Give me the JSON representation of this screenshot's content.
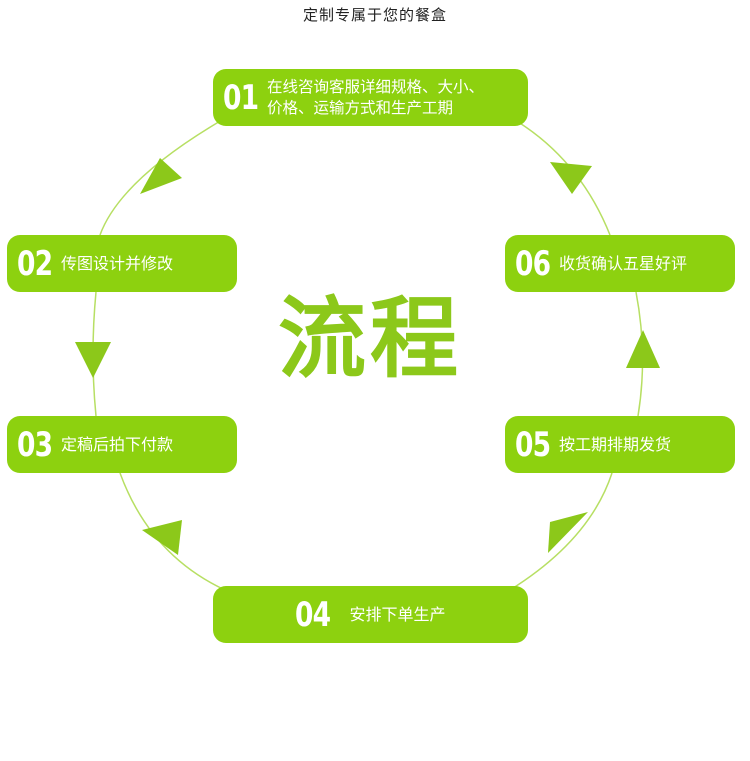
{
  "header": {
    "title": "定制专属于您的餐盒"
  },
  "center_word": "流程",
  "colors": {
    "accent": "#8dd10f",
    "arrow": "#8cc81a",
    "line": "#b7df63"
  },
  "steps": [
    {
      "num": "01",
      "text_line1": "在线咨询客服详细规格、大小、",
      "text_line2": "价格、运输方式和生产工期"
    },
    {
      "num": "02",
      "text": "传图设计并修改"
    },
    {
      "num": "03",
      "text": "定稿后拍下付款"
    },
    {
      "num": "04",
      "text": "安排下单生产"
    },
    {
      "num": "05",
      "text": "按工期排期发货"
    },
    {
      "num": "06",
      "text": "收货确认五星好评"
    }
  ]
}
